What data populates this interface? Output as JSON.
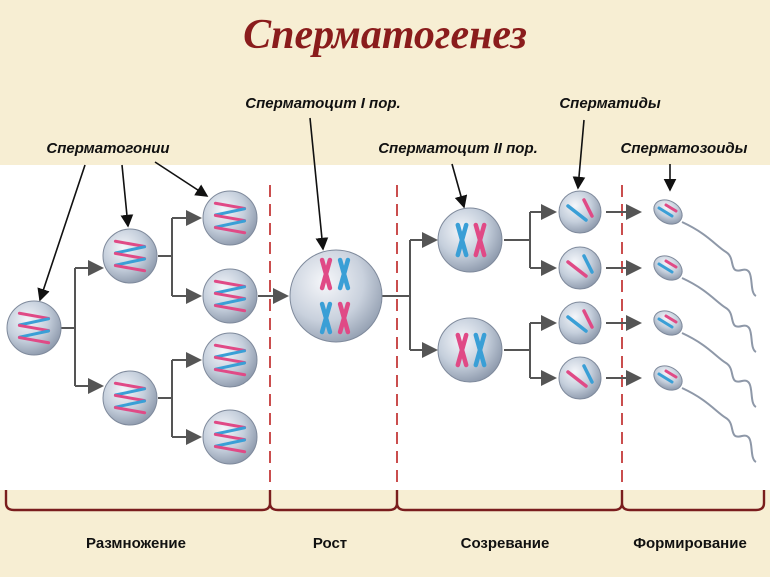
{
  "title": "Сперматогенез",
  "labels": {
    "spermatogonia": "Сперматогонии",
    "spermatocyte1": "Сперматоцит I пор.",
    "spermatocyte2": "Сперматоцит II пор.",
    "spermatids": "Сперматиды",
    "spermatozoa": "Сперматозоиды"
  },
  "phases": {
    "reproduction": "Размножение",
    "growth": "Рост",
    "maturation": "Созревание",
    "formation": "Формирование"
  },
  "colors": {
    "title": "#8a1c1c",
    "divider": "#c43a3a",
    "brace": "#7a1d1d",
    "pink": "#e04a86",
    "blue": "#3a9fd6",
    "cell": "#b8c3d3",
    "arrow": "#555555",
    "background": "#f7eed3",
    "panel": "#ffffff"
  }
}
